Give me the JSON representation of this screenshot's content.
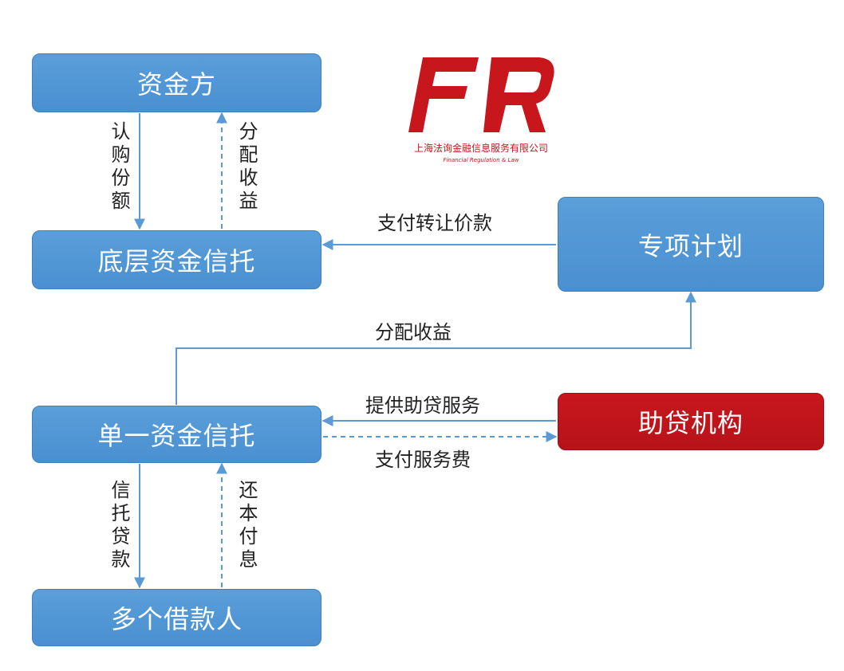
{
  "nodes": {
    "funder": "资金方",
    "underlying_trust": "底层资金信托",
    "special_plan": "专项计划",
    "single_trust": "单一资金信托",
    "loan_assist_org": "助贷机构",
    "borrowers": "多个借款人"
  },
  "edges": {
    "subscribe_shares": "认购份额",
    "distribute_income_up": "分配收益",
    "pay_transfer_price": "支付转让价款",
    "distribute_income": "分配收益",
    "provide_loan_service": "提供助贷服务",
    "pay_service_fee": "支付服务费",
    "trust_loan": "信托贷款",
    "repay_principal_interest": "还本付息"
  },
  "logo": {
    "mark": "FR",
    "company": "上海法询金融信息服务有限公司",
    "tagline": "Financial Regulation & Law"
  },
  "colors": {
    "node_blue": "#4a90d2",
    "node_red": "#c0151b",
    "arrow_blue": "#5b9bd5",
    "logo_red": "#c8161d"
  }
}
